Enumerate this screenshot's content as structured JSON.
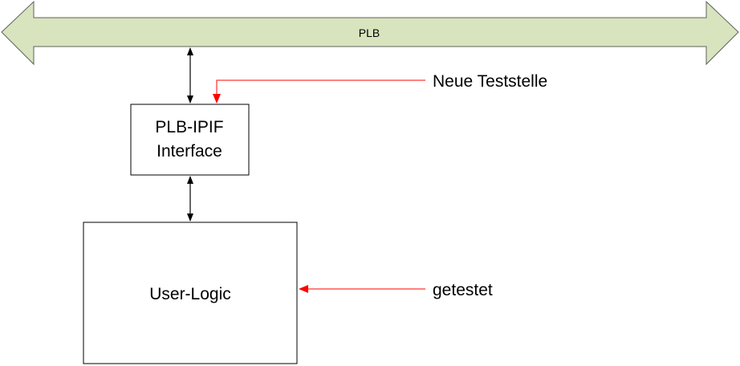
{
  "diagram": {
    "bus_label": "PLB",
    "ipif_line1": "PLB-IPIF",
    "ipif_line2": "Interface",
    "user_logic_label": "User-Logic",
    "annotation_new_testpoint": "Neue Teststelle",
    "annotation_tested": "getestet"
  },
  "colors": {
    "bus_fill": "#d7e4bd",
    "bus_stroke": "#606060",
    "box_stroke": "#000000",
    "connector": "#000000",
    "annotation_arrow": "#ff0000"
  }
}
